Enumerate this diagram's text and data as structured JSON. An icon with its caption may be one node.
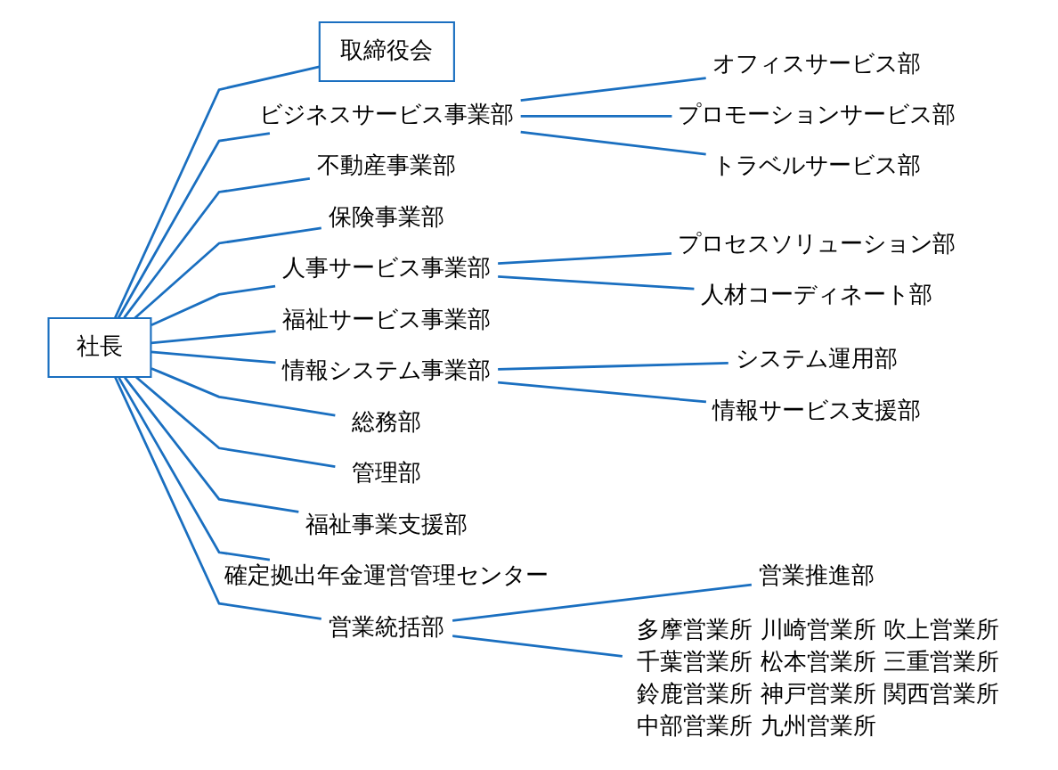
{
  "diagram": {
    "nodes": [
      {
        "text": [
          "社長"
        ]
      },
      {
        "text": [
          "取締役会"
        ]
      },
      {
        "text": [
          "ビジネスサービス事業部"
        ]
      },
      {
        "text": [
          "オフィスサービス部"
        ]
      },
      {
        "text": [
          "プロモーションサービス部"
        ]
      },
      {
        "text": [
          "トラベルサービス部"
        ]
      },
      {
        "text": [
          "不動産事業部"
        ]
      },
      {
        "text": [
          "保険事業部"
        ]
      },
      {
        "text": [
          "人事サービス事業部"
        ]
      },
      {
        "text": [
          "プロセスソリューション部"
        ]
      },
      {
        "text": [
          "人材コーディネート部"
        ]
      },
      {
        "text": [
          "福祉サービス事業部"
        ]
      },
      {
        "text": [
          "情報システム事業部"
        ]
      },
      {
        "text": [
          "システム運用部"
        ]
      },
      {
        "text": [
          "情報サービス支援部"
        ]
      },
      {
        "text": [
          "総務部"
        ]
      },
      {
        "text": [
          "管理部"
        ]
      },
      {
        "text": [
          "福祉事業支援部"
        ]
      },
      {
        "text": [
          "確定拠出年金運営管理センター"
        ]
      },
      {
        "text": [
          "営業統括部"
        ]
      },
      {
        "text": [
          "営業推進部"
        ]
      },
      {
        "text": [
          "多摩営業所",
          "川崎営業所",
          "吹上営業所",
          "千葉営業所",
          "松本営業所",
          "三重営業所",
          "鈴鹿営業所",
          "神戸営業所",
          "関西営業所",
          "中部営業所",
          "九州営業所"
        ]
      }
    ],
    "edges": [
      {
        "from": 0,
        "to": 1,
        "arrow": "none"
      },
      {
        "from": 0,
        "to": 2,
        "arrow": "none"
      },
      {
        "from": 0,
        "to": 6,
        "arrow": "none"
      },
      {
        "from": 0,
        "to": 7,
        "arrow": "none"
      },
      {
        "from": 0,
        "to": 8,
        "arrow": "none"
      },
      {
        "from": 0,
        "to": 11,
        "arrow": "none"
      },
      {
        "from": 0,
        "to": 12,
        "arrow": "none"
      },
      {
        "from": 0,
        "to": 15,
        "arrow": "none"
      },
      {
        "from": 0,
        "to": 16,
        "arrow": "none"
      },
      {
        "from": 0,
        "to": 17,
        "arrow": "none"
      },
      {
        "from": 0,
        "to": 18,
        "arrow": "none"
      },
      {
        "from": 0,
        "to": 19,
        "arrow": "none"
      },
      {
        "from": 2,
        "to": 3,
        "arrow": "none"
      },
      {
        "from": 2,
        "to": 4,
        "arrow": "none"
      },
      {
        "from": 2,
        "to": 5,
        "arrow": "none"
      },
      {
        "from": 8,
        "to": 9,
        "arrow": "none"
      },
      {
        "from": 8,
        "to": 10,
        "arrow": "none"
      },
      {
        "from": 12,
        "to": 13,
        "arrow": "none"
      },
      {
        "from": 12,
        "to": 14,
        "arrow": "none"
      },
      {
        "from": 19,
        "to": 20,
        "arrow": "none"
      },
      {
        "from": 19,
        "to": 21,
        "arrow": "none"
      }
    ]
  }
}
